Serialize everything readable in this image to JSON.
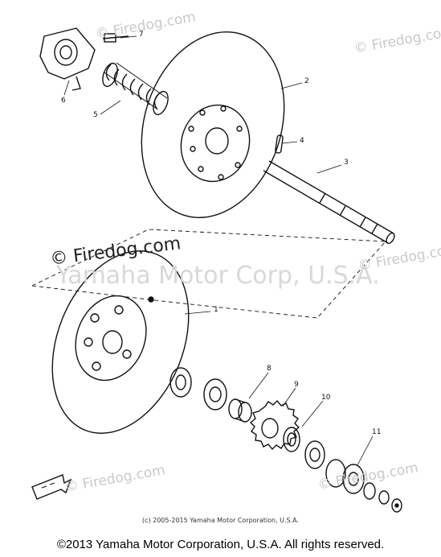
{
  "watermarks": {
    "main": "© Firedog.com",
    "yamaha": "Yamaha Motor Corp, U.S.A.",
    "tile": "© Firedog.com",
    "tile_partial_1": "© Firedog.com",
    "tile_partial_2": "© Firedog.com",
    "tile_partial_3": "© Firedog.com",
    "tile_partial_4": "© Firedog.com"
  },
  "callouts": [
    "1",
    "2",
    "3",
    "4",
    "5",
    "6",
    "7",
    "8",
    "9",
    "10",
    "11"
  ],
  "credit": "(c) 2005-2015 Yamaha Motor Corporation, U.S.A.",
  "copyright": "©2013 Yamaha Motor Corporation, U.S.A. All rights reserved.",
  "colors": {
    "line": "#111111",
    "watermark": "#c9c9c9",
    "background": "#ffffff"
  },
  "icons": [
    "front-direction-arrow-icon"
  ]
}
